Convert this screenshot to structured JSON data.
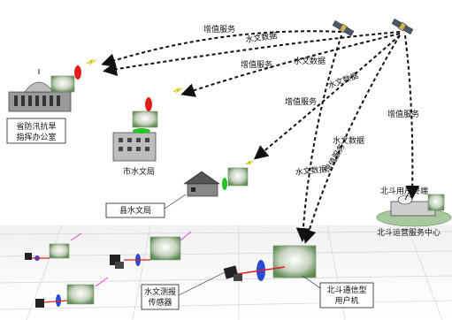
{
  "labels": {
    "value_added_service": "增值服务",
    "hydrological_data": "水文数据",
    "beidou_terminal": "北斗用户终端",
    "operation_center": "北斗运营服务中心",
    "provincial_office_line1": "省防汛抗旱",
    "provincial_office_line2": "指挥办公室",
    "city_bureau": "市水文局",
    "county_bureau": "县水文局",
    "sensor_line1": "水文测报",
    "sensor_line2": "传感器",
    "user_device_line1": "北斗通信型",
    "user_device_line2": "用户机"
  },
  "colors": {
    "link_dashed": "#111111",
    "lightning": "#d9c400",
    "red_module": "#e0201c",
    "green_module": "#22c322",
    "blue_module": "#2c49d6",
    "pink_signal": "#e040e0",
    "building_gray": "#8a8a8a",
    "ground_line": "#cccccc"
  }
}
